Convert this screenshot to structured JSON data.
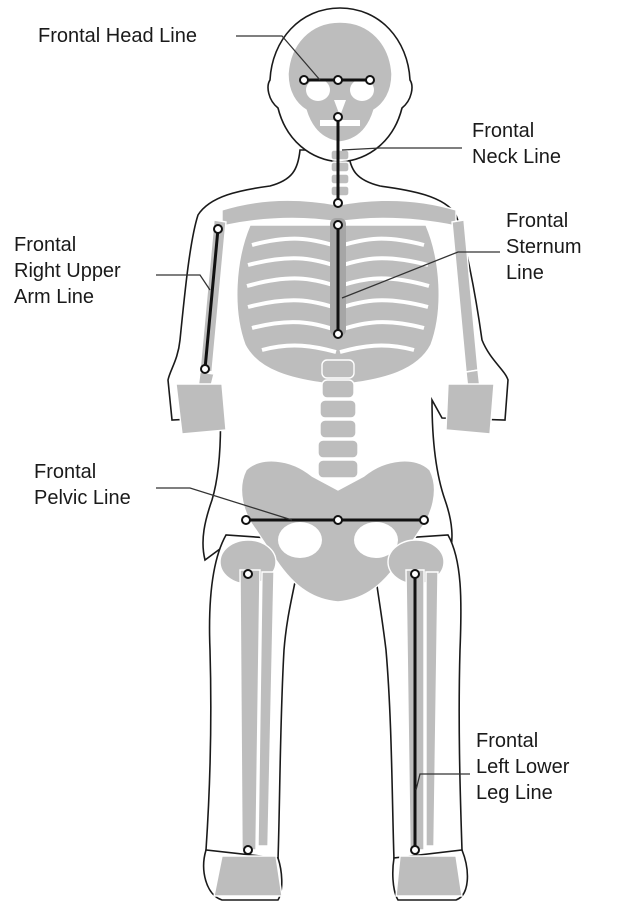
{
  "colors": {
    "background": "#ffffff",
    "body_outline": "#1a1a1a",
    "bone": "#bdbdbd",
    "bone_dark": "#a6a6a6",
    "bone_light": "#d9d9d9",
    "measure_line": "#111111",
    "leader_line": "#333333"
  },
  "labels": {
    "head": "Frontal Head Line",
    "neck": [
      "Frontal",
      "Neck Line"
    ],
    "sternum": [
      "Frontal",
      "Sternum",
      "Line"
    ],
    "upper_arm": [
      "Frontal",
      "Right Upper",
      "Arm Line"
    ],
    "pelvic": [
      "Frontal",
      "Pelvic Line"
    ],
    "lower_leg": [
      "Frontal",
      "Left Lower",
      "Leg Line"
    ]
  }
}
